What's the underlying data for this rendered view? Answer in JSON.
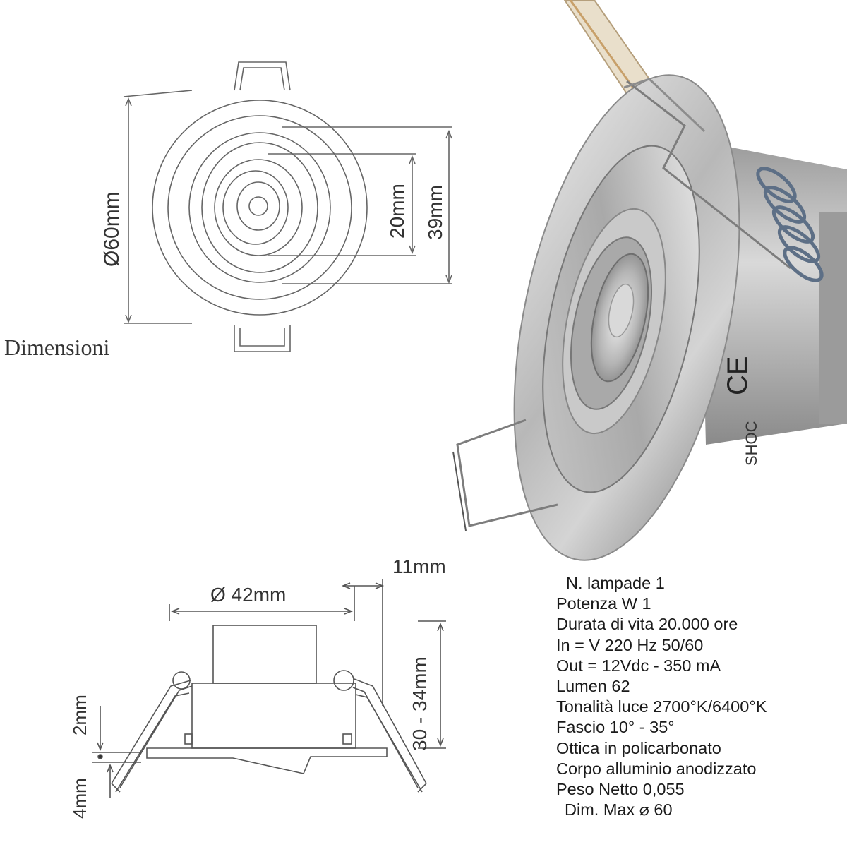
{
  "top_view": {
    "caption": "Dimensioni",
    "dim_outer": "Ø60mm",
    "dim_inner_small": "20mm",
    "dim_inner_large": "39mm"
  },
  "side_view": {
    "dim_diameter": "Ø 42mm",
    "dim_depth": "11mm",
    "dim_height": "30 - 34mm",
    "dim_gap": "2mm",
    "dim_flange": "4mm"
  },
  "product_photo": {
    "ce_mark": "CE",
    "label_text": "SHOC"
  },
  "specs": [
    "N. lampade 1",
    "Potenza  W 1",
    "Durata di vita 20.000 ore",
    "In = V 220  Hz 50/60",
    "Out = 12Vdc - 350 mA",
    "Lumen 62",
    "Tonalità luce 2700°K/6400°K",
    "Fascio 10° - 35°",
    "Ottica in policarbonato",
    "Corpo alluminio anodizzato",
    "Peso Netto   0,055",
    "Dim. Max   ⌀  60"
  ]
}
